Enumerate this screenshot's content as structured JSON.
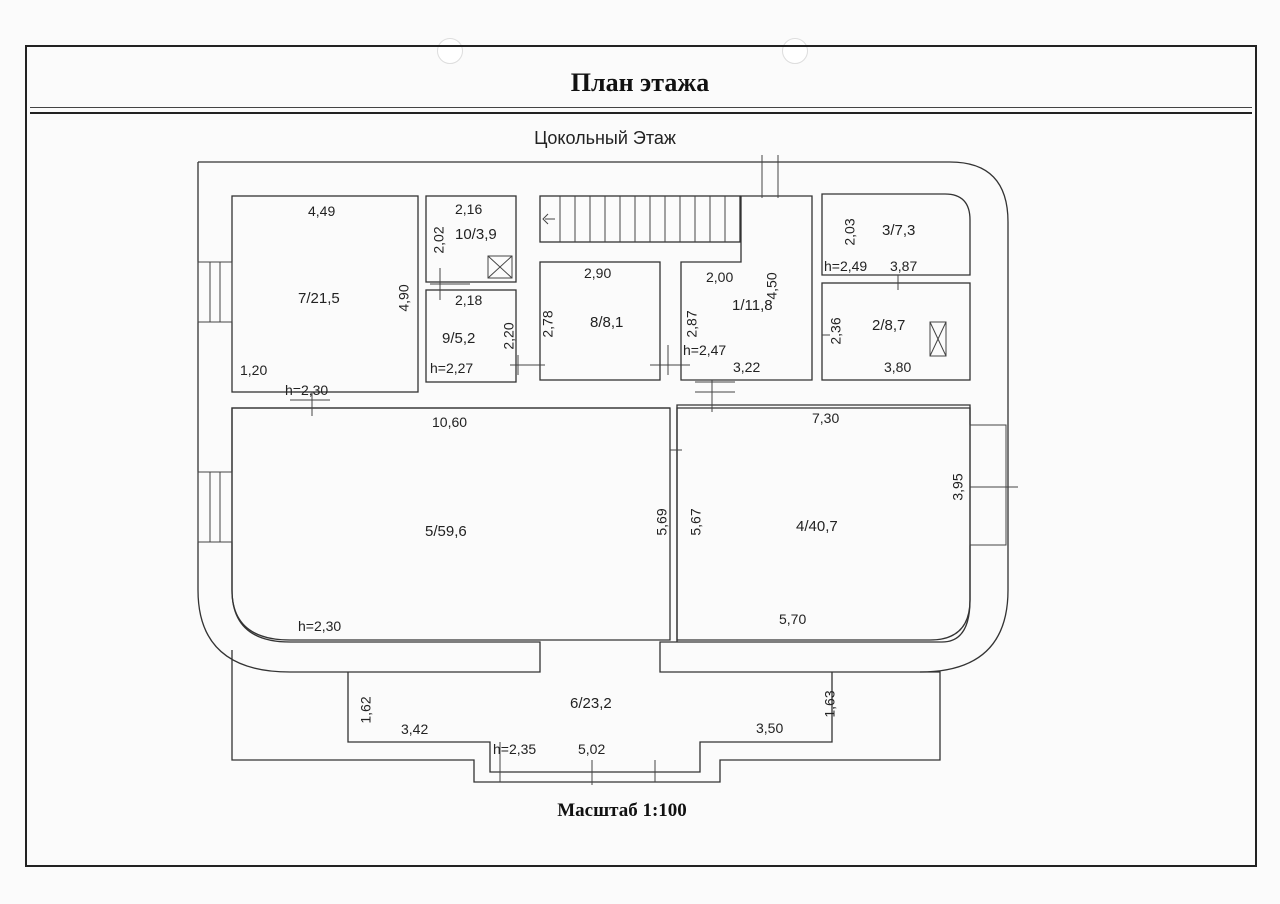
{
  "title": "План этажа",
  "subtitle": "Цокольный Этаж",
  "scale": "Масштаб 1:100",
  "rooms": {
    "r7": {
      "name": "7/21,5",
      "w": "4,49",
      "h": "4,90",
      "side": "1,20",
      "height": "h=2,30"
    },
    "r10": {
      "name": "10/3,9",
      "w": "2,16",
      "h": "2,02"
    },
    "r9": {
      "name": "9/5,2",
      "w": "2,18",
      "h": "2,20",
      "height": "h=2,27"
    },
    "r8": {
      "name": "8/8,1",
      "w": "2,90",
      "h": "2,78",
      "h2": "2,87"
    },
    "r1": {
      "name": "1/11,8",
      "w": "2,00",
      "h": "4,50",
      "height": "h=2,47",
      "w2": "3,22"
    },
    "r3": {
      "name": "3/7,3",
      "h": "2,03",
      "height": "h=2,49",
      "w": "3,87"
    },
    "r2": {
      "name": "2/8,7",
      "h": "2,36",
      "w": "3,80"
    },
    "r5": {
      "name": "5/59,6",
      "w": "10,60",
      "h": "5,69",
      "height": "h=2,30"
    },
    "r4": {
      "name": "4/40,7",
      "w": "7,30",
      "h": "5,67",
      "side": "3,95",
      "w2": "5,70"
    },
    "r6": {
      "name": "6/23,2",
      "left": "1,62",
      "right": "1,63",
      "wl": "3,42",
      "wr": "3,50",
      "height": "h=2,35",
      "wm": "5,02"
    }
  }
}
